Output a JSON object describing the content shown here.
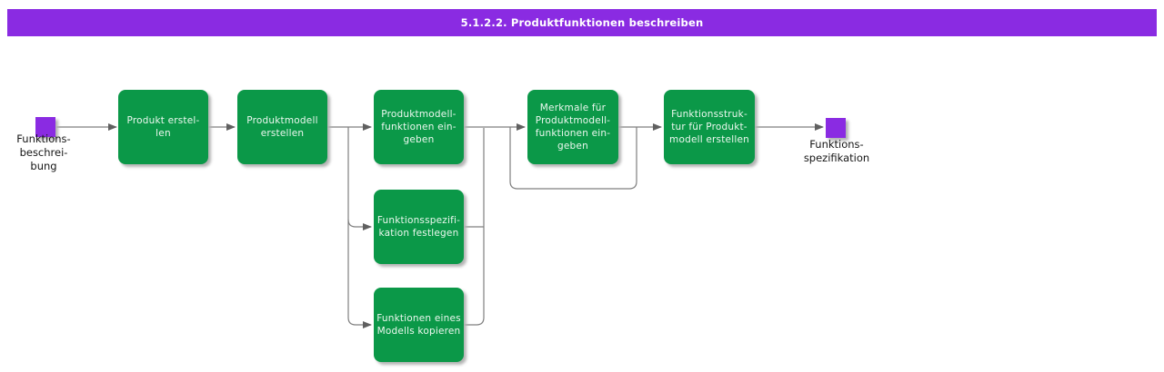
{
  "title": "5.1.2.2. Produktfunktionen beschreiben",
  "colors": {
    "header_purple": "#8A2BE2",
    "artifact_purple": "#8A2BE2",
    "step_green": "#0B9848",
    "step_text": "#ECF8EF",
    "connector_gray": "#7F7F7F",
    "arrowhead_gray": "#606060"
  },
  "artifacts": {
    "start": {
      "label": "Funktions-\nbeschrei-\nbung"
    },
    "end": {
      "label": "Funktions-\nspezifikation"
    }
  },
  "steps": {
    "produkt_erstellen": "Produkt erstel-\nlen",
    "produktmodell_erstellen": "Produktmodell\nerstellen",
    "produktmodellfunktionen_eingeben": "Produktmodell-\nfunktionen ein-\ngeben",
    "merkmale_eingeben": "Merkmale für\nProduktmodell-\nfunktionen ein-\ngeben",
    "funktionsstruktur_erstellen": "Funktionsstruk-\ntur für Produkt-\nmodell erstellen",
    "funktionsspezifikation_festlegen": "Funktionsspezifi-\nkation festlegen",
    "funktionen_kopieren": "Funktionen eines\nModells kopieren"
  }
}
